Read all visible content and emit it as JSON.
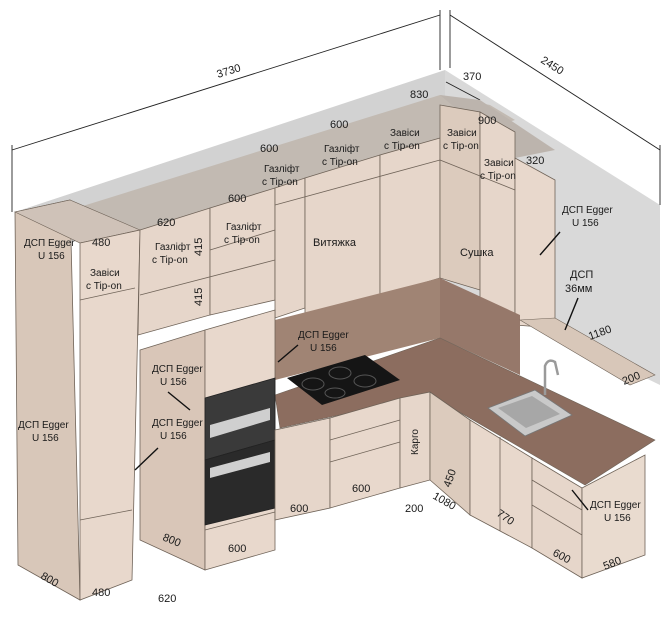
{
  "dimensions": {
    "total_length": "3730",
    "side_length": "2450",
    "depth_top_corner": "370",
    "top_corner_width": "900",
    "top_width_830": "830",
    "top_width_600_a": "600",
    "top_width_600_b": "600",
    "top_width_600_c": "600",
    "top_width_620": "620",
    "top_width_480": "480",
    "upper_height": "415",
    "mid_height": "415",
    "shelf_width": "320",
    "shelf_length": "1180",
    "shelf_depth": "200",
    "oven_col_depth": "800",
    "oven_col_width": "600",
    "base_600_a": "600",
    "base_600_b": "600",
    "cargo_width": "200",
    "corner_450": "450",
    "corner_1080": "1080",
    "base_770": "770",
    "base_600_c": "600",
    "base_580": "580",
    "tall_depth": "800",
    "tall_width": "480",
    "gap_620": "620"
  },
  "labels": {
    "dsp_egger_top_left_1": "ДСП Egger",
    "dsp_egger_top_left_2": "U 156",
    "zavisy_1a": "Завіси",
    "zavisy_1b": "с Tip-on",
    "gazlift_1a": "Газліфт",
    "gazlift_1b": "с Tip-on",
    "gazlift_2a": "Газліфт",
    "gazlift_2b": "с Tip-on",
    "gazlift_3a": "Газліфт",
    "gazlift_3b": "с Tip-on",
    "gazlift_4a": "Газліфт",
    "gazlift_4b": "с Tip-on",
    "zavisy_2a": "Завіси",
    "zavisy_2b": "с Tip-on",
    "zavisy_3a": "Завіси",
    "zavisy_3b": "с Tip-on",
    "zavisy_4a": "Завіси",
    "zavisy_4b": "с Tip-on",
    "hood": "Витяжка",
    "dryer": "Сушка",
    "dsp_egger_right_1": "ДСП Egger",
    "dsp_egger_right_2": "U 156",
    "dsp_36_1": "ДСП",
    "dsp_36_2": "36мм",
    "dsp_egger_counter_1": "ДСП Egger",
    "dsp_egger_counter_2": "U 156",
    "dsp_egger_col_1": "ДСП Egger",
    "dsp_egger_col_2": "U 156",
    "dsp_egger_col2_1": "ДСП Egger",
    "dsp_egger_col2_2": "U 156",
    "dsp_egger_tall_1": "ДСП Egger",
    "dsp_egger_tall_2": "U 156",
    "cargo": "Карго",
    "dsp_egger_base_1": "ДСП Egger",
    "dsp_egger_base_2": "U 156"
  },
  "colors": {
    "facade": "#e8d8cc",
    "facade_dark": "#d9c6b8",
    "top_surface": "#bdb6b0",
    "wall": "#d6d6d6",
    "countertop": "#8a6a5c",
    "backsplash": "#9e8070",
    "appliance": "#2a2a2a"
  }
}
